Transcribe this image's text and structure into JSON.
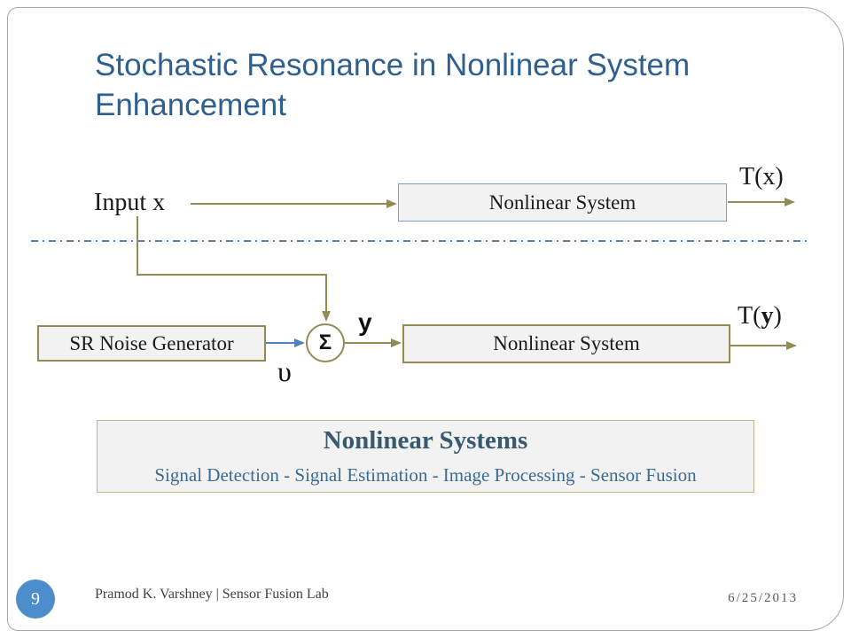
{
  "slide": {
    "title": "Stochastic Resonance in Nonlinear System Enhancement",
    "footer": {
      "slide_number": "9",
      "author": "Pramod K. Varshney | Sensor Fusion Lab",
      "date": "6/25/2013"
    }
  },
  "diagram": {
    "input_label": "Input x",
    "direct_path": {
      "block_label": "Nonlinear System",
      "output_label": "T(x)"
    },
    "sr_path": {
      "noise_block_label": "SR Noise Generator",
      "noise_symbol": "υ",
      "summer_symbol": "Σ",
      "summer_output_label": "y",
      "block_label": "Nonlinear System",
      "output_label": {
        "prefix": "T(",
        "variable": "y",
        "suffix": ")"
      }
    }
  },
  "applications_box": {
    "title": "Nonlinear Systems",
    "applications": "Signal Detection - Signal Estimation - Image Processing - Sensor Fusion"
  },
  "colors": {
    "title": "#2E5F8E",
    "connector": "#948A54",
    "divider": "#4F81BD",
    "noise_arrow": "#4F81BD",
    "block_fill": "#F2F2F2",
    "top_block_border": "#7F9DC5",
    "applications_title": "#375A70",
    "applications_text": "#3B6A93",
    "applications_border": "#C2B68C",
    "slide_number_badge": "#4C8DCB",
    "frame": "#A6A6A6"
  }
}
